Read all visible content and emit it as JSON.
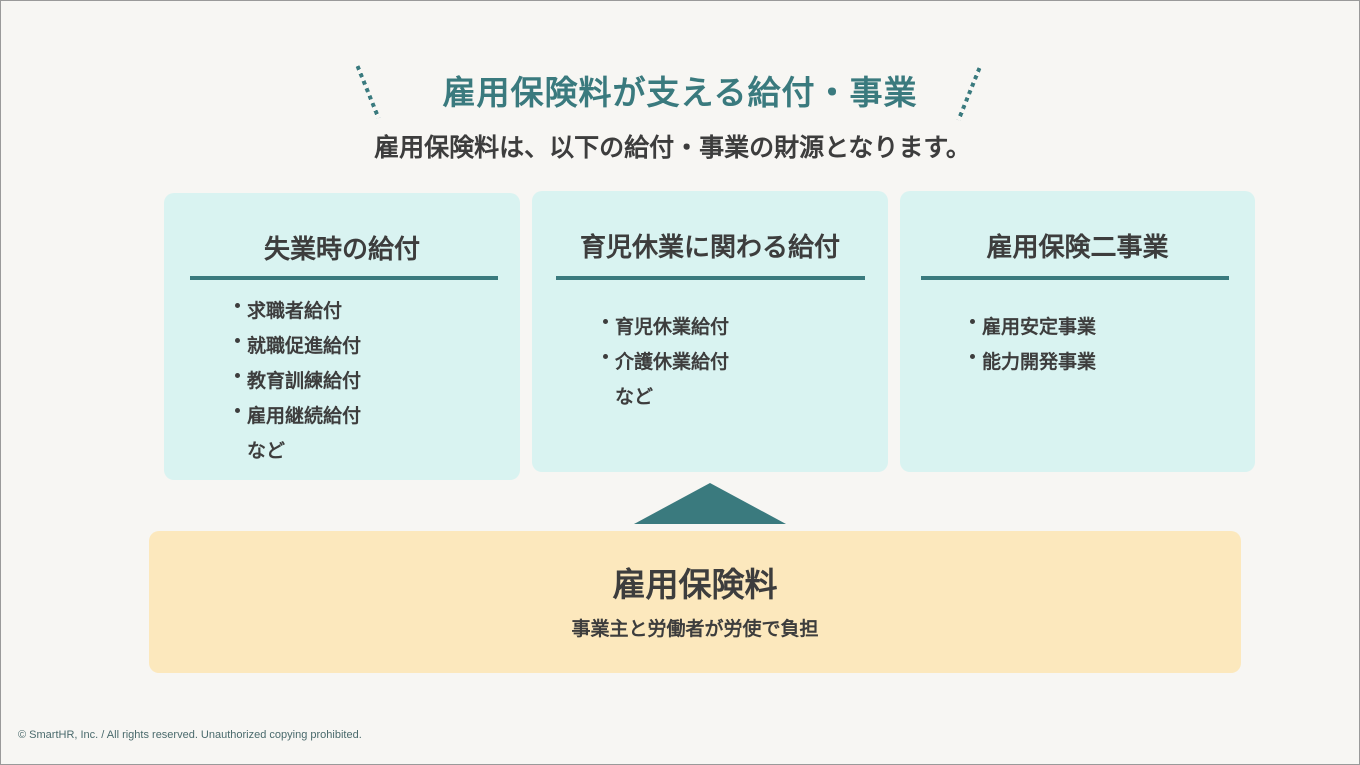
{
  "header": {
    "title": "雇用保険料が支える給付・事業",
    "subtitle": "雇用保険料は、以下の給付・事業の財源となります。"
  },
  "cards": [
    {
      "title": "失業時の給付",
      "items": [
        "求職者給付",
        "就職促進給付",
        "教育訓練給付",
        "雇用継続給付"
      ],
      "note": "など"
    },
    {
      "title": "育児休業に関わる給付",
      "items": [
        "育児休業給付",
        "介護休業給付"
      ],
      "note": "など"
    },
    {
      "title": "雇用保険二事業",
      "items": [
        "雇用安定事業",
        "能力開発事業"
      ]
    }
  ],
  "base": {
    "title": "雇用保険料",
    "subtitle": "事業主と労働者が労使で負担"
  },
  "footer": {
    "copyright": "© SmartHR, Inc. / All rights reserved. Unauthorized copying prohibited."
  },
  "colors": {
    "accent": "#3a7a7e",
    "card_bg": "#d9f3f1",
    "base_bg": "#fce8bd",
    "page_bg": "#f7f6f3",
    "text": "#3d3d3d"
  },
  "icons": {
    "arrow": "triangle-up-icon",
    "decoration": "dotted-line-icon"
  }
}
